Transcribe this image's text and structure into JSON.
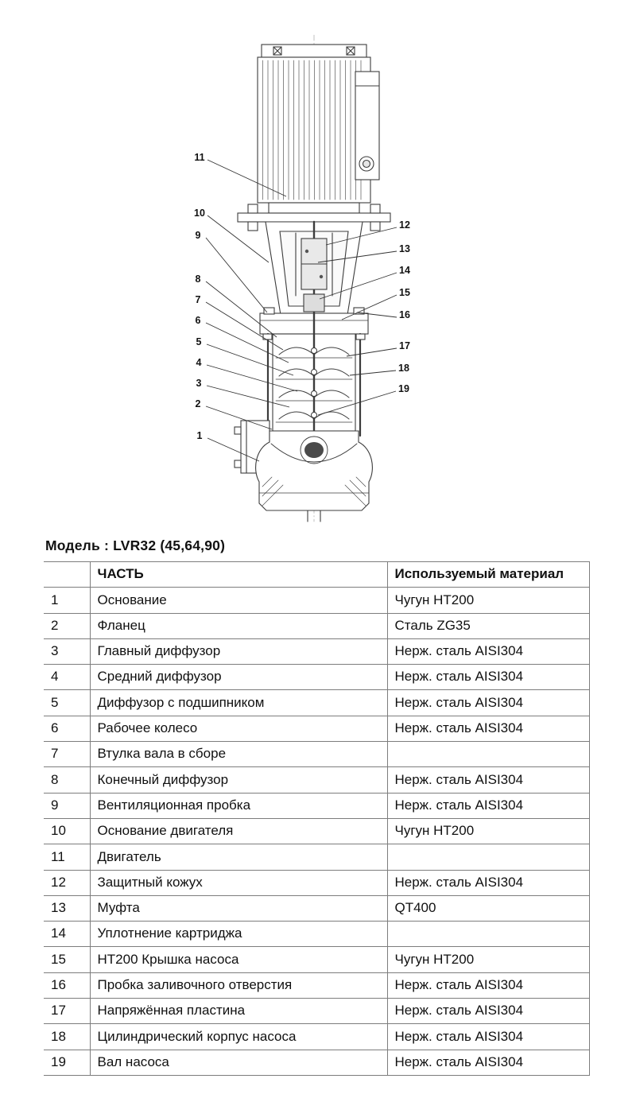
{
  "page": {
    "title": "Модель : LVR32 (45,64,90)"
  },
  "diagram": {
    "callouts": [
      "11",
      "10",
      "9",
      "8",
      "7",
      "6",
      "5",
      "4",
      "3",
      "2",
      "1",
      "12",
      "13",
      "14",
      "15",
      "16",
      "17",
      "18",
      "19"
    ]
  },
  "table": {
    "headers": {
      "num": "",
      "part": "ЧАСТЬ",
      "material": "Используемый материал"
    },
    "rows": [
      {
        "num": "1",
        "part": "Основание",
        "material": "Чугун HT200"
      },
      {
        "num": "2",
        "part": "Фланец",
        "material": "Сталь ZG35"
      },
      {
        "num": "3",
        "part": "Главный диффузор",
        "material": "Нерж. сталь AISI304"
      },
      {
        "num": "4",
        "part": "Средний диффузор",
        "material": "Нерж. сталь AISI304"
      },
      {
        "num": "5",
        "part": "Диффузор с подшипником",
        "material": "Нерж. сталь AISI304"
      },
      {
        "num": "6",
        "part": "Рабочее колесо",
        "material": "Нерж. сталь AISI304"
      },
      {
        "num": "7",
        "part": "Втулка вала в сборе",
        "material": ""
      },
      {
        "num": "8",
        "part": "Конечный диффузор",
        "material": "Нерж. сталь AISI304"
      },
      {
        "num": "9",
        "part": "Вентиляционная пробка",
        "material": "Нерж. сталь AISI304"
      },
      {
        "num": "10",
        "part": "Основание двигателя",
        "material": "Чугун HT200"
      },
      {
        "num": "11",
        "part": "Двигатель",
        "material": ""
      },
      {
        "num": "12",
        "part": "Защитный кожух",
        "material": "Нерж. сталь AISI304"
      },
      {
        "num": "13",
        "part": "Муфта",
        "material": "QT400"
      },
      {
        "num": "14",
        "part": "Уплотнение картриджа",
        "material": ""
      },
      {
        "num": "15",
        "part": "HT200 Крышка насоса",
        "material": "Чугун HT200"
      },
      {
        "num": "16",
        "part": "Пробка заливочного отверстия",
        "material": "Нерж. сталь AISI304"
      },
      {
        "num": "17",
        "part": "Напряжённая пластина",
        "material": "Нерж. сталь AISI304"
      },
      {
        "num": "18",
        "part": "Цилиндрический корпус насоса",
        "material": "Нерж. сталь AISI304"
      },
      {
        "num": "19",
        "part": "Вал насоса",
        "material": "Нерж. сталь AISI304"
      }
    ]
  }
}
